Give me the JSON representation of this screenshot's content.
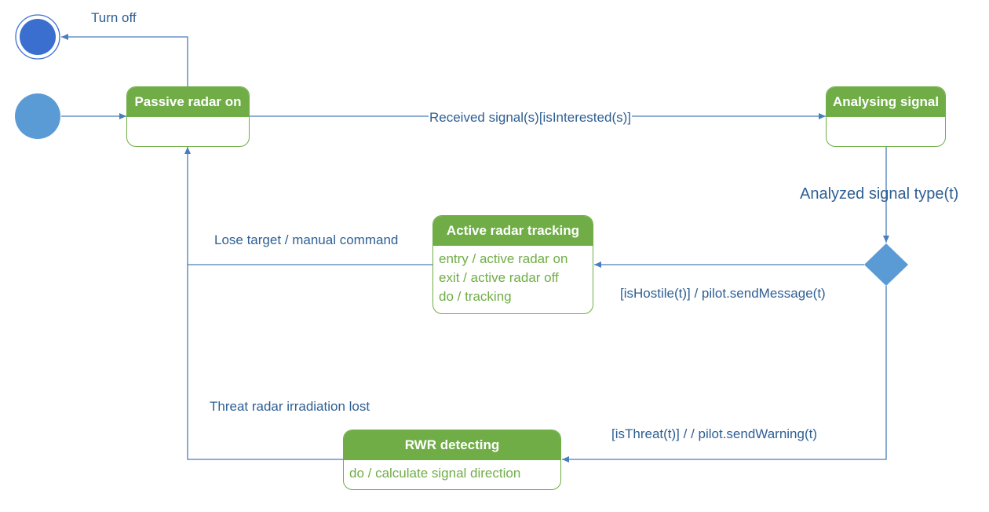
{
  "states": {
    "passive": {
      "name": "Passive radar on",
      "activities": []
    },
    "analysing": {
      "name": "Analysing signal",
      "activities": []
    },
    "active": {
      "name": "Active radar tracking",
      "activities": [
        "entry / active radar on",
        "exit / active radar off",
        "do / tracking"
      ]
    },
    "rwr": {
      "name": "RWR detecting",
      "activities": [
        "do / calculate signal direction"
      ]
    }
  },
  "transitions": {
    "turn_off": "Turn off",
    "received_signal": "Received signal(s)[isInterested(s)]",
    "analyzed_type": "Analyzed signal type(t)",
    "is_hostile": "[isHostile(t)] / pilot.sendMessage(t)",
    "lose_target": "Lose target / manual command",
    "is_threat": "[isThreat(t)] /  / pilot.sendWarning(t)",
    "irradiation_lost": "Threat radar irradiation lost"
  },
  "colors": {
    "state_fill": "#70ad47",
    "line": "#4a7ebb",
    "initial_node": "#5b9bd5",
    "final_node": "#3a6fcf",
    "decision": "#5b9bd5",
    "label_text": "#2e5f94",
    "activity_text": "#70ad47"
  }
}
